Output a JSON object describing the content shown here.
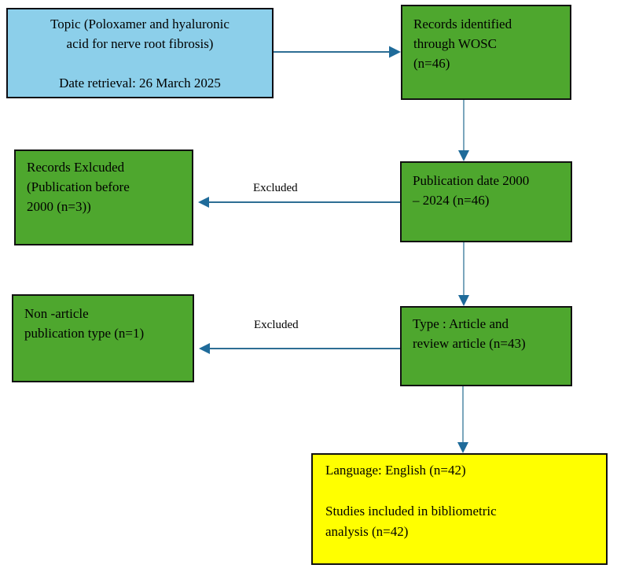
{
  "colors": {
    "box_blue": "#8CCFEA",
    "box_green": "#4EA72E",
    "box_yellow": "#FFFF00",
    "box_border": "#111111",
    "arrow_line_horizontal": "#2E6E94",
    "arrow_line_vertical": "#7BA6BC",
    "arrow_head": "#1F6B9A"
  },
  "boxes": {
    "topic": {
      "text": "Topic (Poloxamer and hyaluronic\nacid for nerve root fibrosis)\n\nDate retrieval: 26 March 2025"
    },
    "records_identified": {
      "text": "Records identified\nthrough WOSC\n(n=46)"
    },
    "publication_date": {
      "text": "Publication date 2000\n– 2024 (n=46)"
    },
    "records_excluded": {
      "text": "Records Exlcuded\n(Publication before\n2000 (n=3))"
    },
    "type_filter": {
      "text": "Type : Article and\nreview article (n=43)"
    },
    "non_article": {
      "text": "Non -article\npublication type (n=1)"
    },
    "included": {
      "text": "Language: English (n=42)\n\nStudies included in bibliometric\nanalysis (n=42)"
    }
  },
  "labels": {
    "excluded_top": "Excluded",
    "excluded_bottom": "Excluded"
  }
}
